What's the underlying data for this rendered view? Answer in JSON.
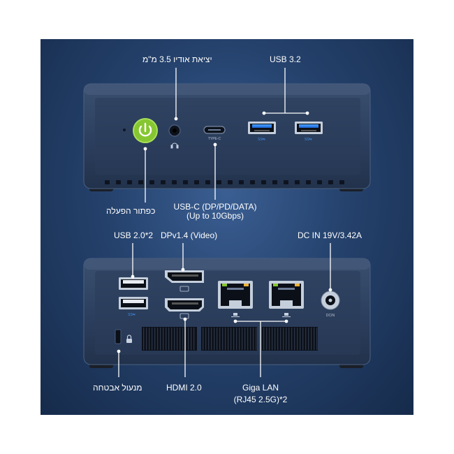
{
  "panel": {
    "background": "#25426d"
  },
  "front": {
    "audio_label": "יציאת אודיו 3.5 מ\"מ",
    "usb32_label": "USB 3.2",
    "power_label": "כפתור הפעלה",
    "usbc_label_line1": "USB-C (DP/PD/DATA)",
    "usbc_label_line2": "(Up to 10Gbps)",
    "typec_port_text": "TYPE-C",
    "power_button_color": "#86c731"
  },
  "rear": {
    "usb20_label": "USB 2.0*2",
    "dp_label": "DPv1.4 (Video)",
    "dcin_label": "DC IN 19V/3.42A",
    "dcin_port_text": "DCIN",
    "lock_label": "מנעול אבטחה",
    "hdmi_label": "HDMI 2.0",
    "lan_label_line1": "Giga LAN",
    "lan_label_line2": "(RJ45 2.5G)*2"
  }
}
